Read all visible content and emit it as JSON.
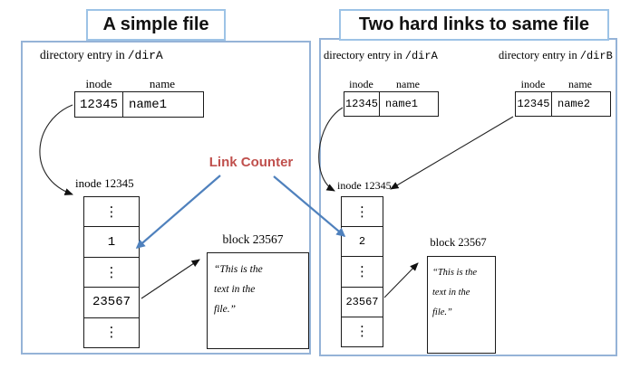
{
  "titles": {
    "left": "A simple file",
    "right": "Two hard links to same file"
  },
  "link_counter": {
    "label": "Link Counter"
  },
  "colors": {
    "panel_border": "#95B3D7",
    "title_border": "#9DC3E6",
    "link_counter_red": "#C0504D",
    "arrow_blue": "#4F81BD"
  },
  "left_panel": {
    "dir_entry": {
      "label_prefix": "directory entry in",
      "path": "/dirA",
      "header_inode": "inode",
      "header_name": "name",
      "inode_value": "12345",
      "name_value": "name1"
    },
    "inode_label": "inode 12345",
    "inode_rows": [
      "⋮",
      "1",
      "⋮",
      "23567",
      "⋮"
    ],
    "block_label": "block 23567",
    "block_lines": [
      "“This is the",
      "text in the",
      "file.”"
    ]
  },
  "right_panel": {
    "dir_entry_a": {
      "label_prefix": "directory entry in",
      "path": "/dirA",
      "header_inode": "inode",
      "header_name": "name",
      "inode_value": "12345",
      "name_value": "name1"
    },
    "dir_entry_b": {
      "label_prefix": "directory entry in",
      "path": "/dirB",
      "header_inode": "inode",
      "header_name": "name",
      "inode_value": "12345",
      "name_value": "name2"
    },
    "inode_label": "inode 12345",
    "inode_rows": [
      "⋮",
      "2",
      "⋮",
      "23567",
      "⋮"
    ],
    "block_label": "block 23567",
    "block_lines": [
      "“This is the",
      "text in the",
      "file.”"
    ]
  }
}
